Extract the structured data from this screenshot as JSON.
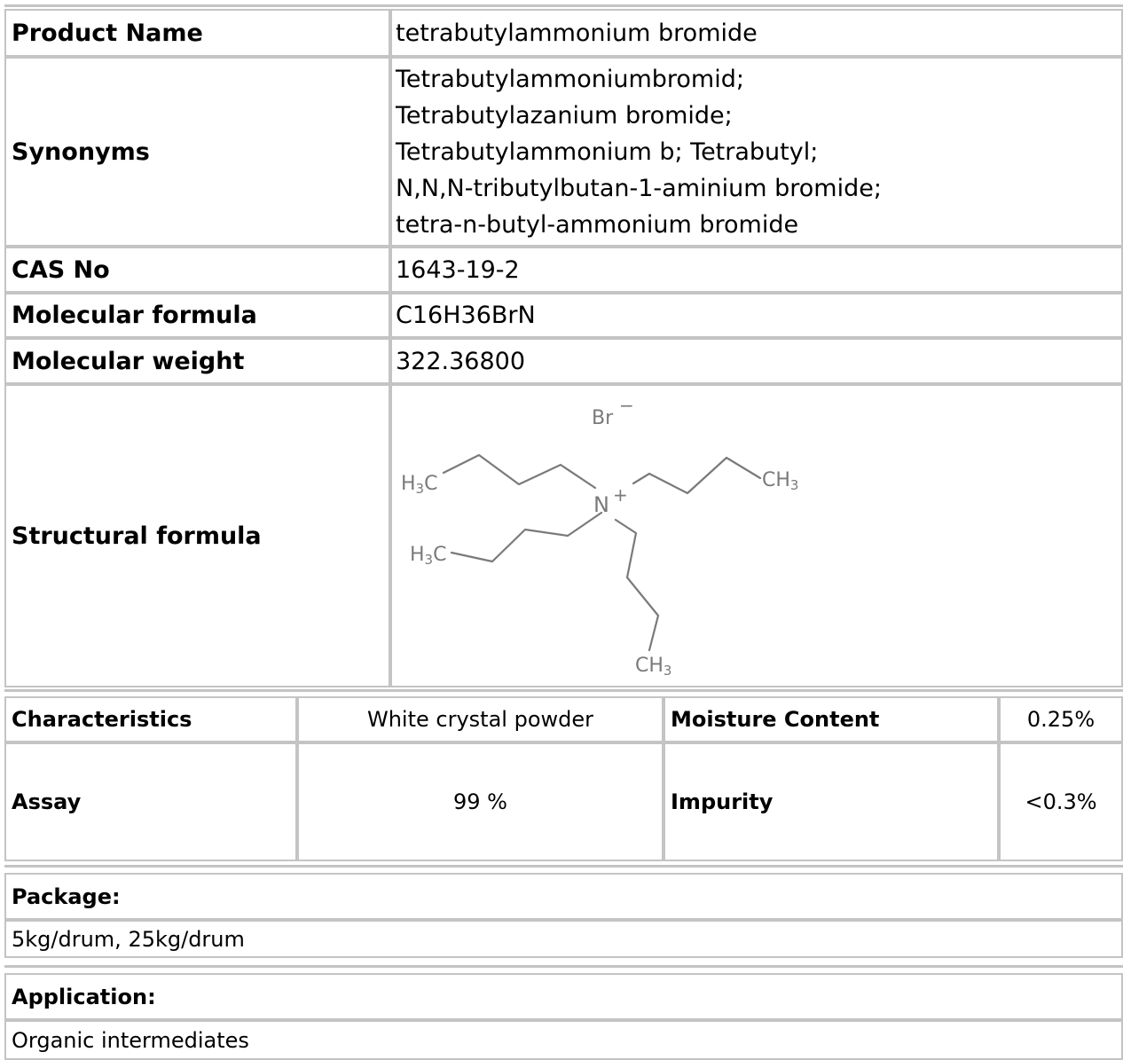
{
  "product": {
    "name_label": "Product Name",
    "name_value": "tetrabutylammonium bromide",
    "synonyms_label": "Synonyms",
    "synonyms_lines": [
      "Tetrabutylammoniumbromid;",
      "Tetrabutylazanium bromide;",
      "Tetrabutylammonium b; Tetrabutyl;",
      "N,N,N-tributylbutan-1-aminium bromide;",
      "tetra-n-butyl-ammonium bromide"
    ],
    "cas_label": "CAS No",
    "cas_value": "1643-19-2",
    "formula_label": "Molecular formula",
    "formula_value": "C16H36BrN",
    "weight_label": "Molecular weight",
    "weight_value": "322.36800",
    "structural_label": "Structural formula"
  },
  "structure": {
    "br": "Br",
    "br_charge": "−",
    "n": "N",
    "n_charge": "+",
    "h3c_top_h": "H",
    "h3c_top_3": "3",
    "h3c_top_c": "C",
    "h3c_bottom_h": "H",
    "h3c_bottom_3": "3",
    "h3c_bottom_c": "C",
    "ch3_right_ch": "CH",
    "ch3_right_3": "3",
    "ch3_bottom_ch": "CH",
    "ch3_bottom_3": "3"
  },
  "specs": {
    "characteristics_label": "Characteristics",
    "characteristics_value": "White crystal powder",
    "moisture_label": "Moisture Content",
    "moisture_value": "0.25%",
    "assay_label": "Assay",
    "assay_value": "99 %",
    "impurity_label": "Impurity",
    "impurity_value": "<0.3%"
  },
  "package": {
    "label": "Package:",
    "value": "5kg/drum, 25kg/drum"
  },
  "application": {
    "label": "Application:",
    "value": "Organic intermediates"
  }
}
